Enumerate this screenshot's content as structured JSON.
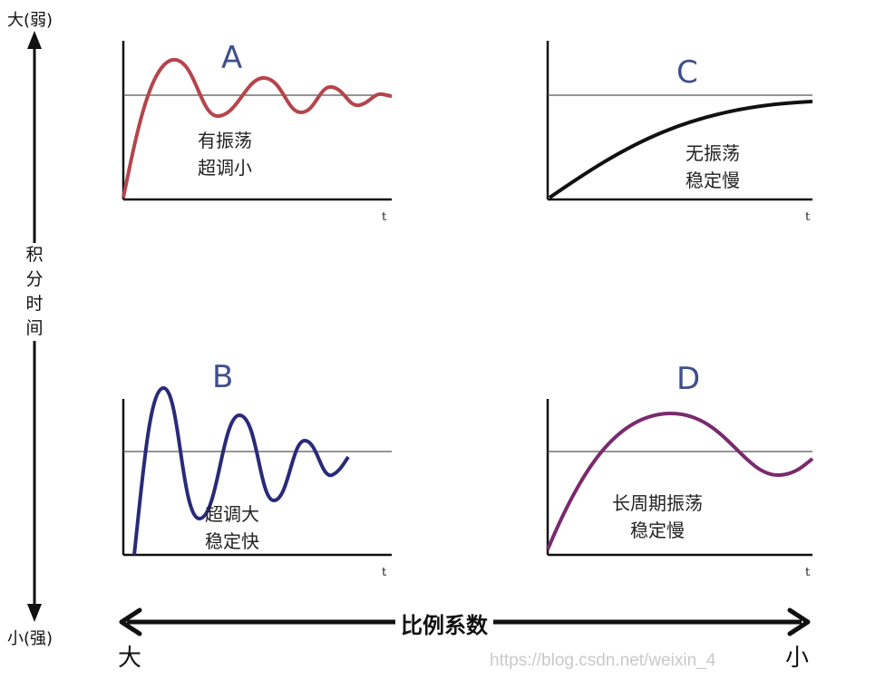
{
  "vertical_axis": {
    "top_label": "大(弱)",
    "bottom_label": "小(强)",
    "title_chars": [
      "积",
      "分",
      "时",
      "间"
    ]
  },
  "horizontal_axis": {
    "title": "比例系数",
    "left_end": "大",
    "right_end": "小"
  },
  "panels": {
    "A": {
      "letter": "A",
      "caption_line1": "有振荡",
      "caption_line2": "超调小",
      "t_label": "t",
      "curve_color": "#b5454b"
    },
    "B": {
      "letter": "B",
      "caption_line1": "超调大",
      "caption_line2": "稳定快",
      "t_label": "t",
      "curve_color": "#2a2a7a"
    },
    "C": {
      "letter": "C",
      "caption_line1": "无振荡",
      "caption_line2": "稳定慢",
      "t_label": "t",
      "curve_color": "#111111"
    },
    "D": {
      "letter": "D",
      "caption_line1": "长周期振荡",
      "caption_line2": "稳定慢",
      "t_label": "t",
      "curve_color": "#7a2a6e"
    }
  },
  "watermark": "https://blog.csdn.net/weixin_4",
  "colors": {
    "axis": "#111111",
    "reference_line": "#555555",
    "letter": "#3f4f8a"
  }
}
